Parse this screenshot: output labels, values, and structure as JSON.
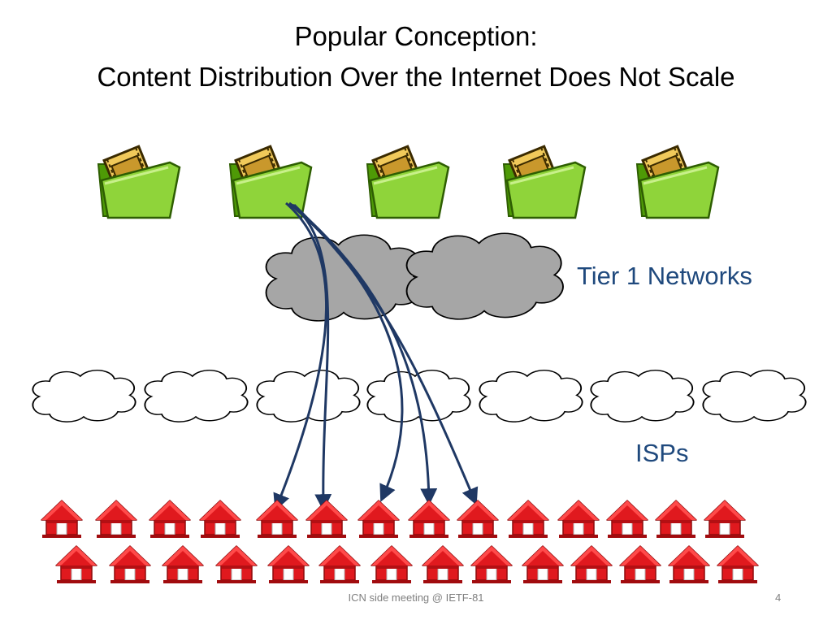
{
  "slide": {
    "title_line1": "Popular Conception:",
    "title_line2": "Content Distribution Over the Internet Does Not Scale",
    "tier1_label": "Tier 1 Networks",
    "isp_label": "ISPs",
    "footer": "ICN side meeting @ IETF-81",
    "page_number": "4"
  },
  "icons": {
    "content": "film-folder-icon",
    "backbone": "gray-cloud-icon",
    "isp": "white-cloud-icon",
    "home": "house-icon"
  },
  "colors": {
    "label": "#1f497d",
    "arrow": "#1f3864",
    "folder": "#6fbf1f",
    "film": "#e8b84a",
    "house": "#e0191e",
    "backbone_cloud": "#a6a6a6"
  },
  "counts": {
    "content_sources": 5,
    "tier1_networks": 2,
    "isps": 7,
    "homes": 28
  }
}
